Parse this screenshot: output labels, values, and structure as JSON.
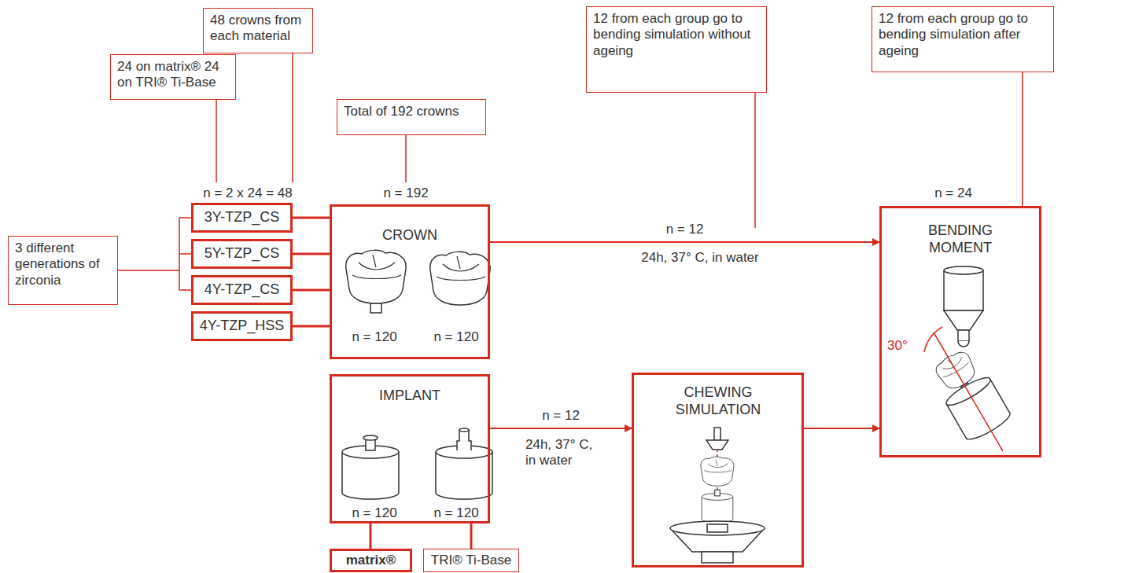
{
  "diagram": {
    "nodes": [
      {
        "text": [
          "48 crowns from each material"
        ]
      },
      {
        "text": [
          "24 on matrix® 24 on TRI® Ti-Base"
        ]
      },
      {
        "text": [
          "Total of 192 crowns"
        ]
      },
      {
        "text": [
          "12 from each group go to bending simulation without ageing"
        ]
      },
      {
        "text": [
          "12 from each group go to bending simulation after ageing"
        ]
      },
      {
        "text": [
          "3 different generations of zirconia"
        ]
      },
      {
        "text": [
          "3Y-TZP_CS"
        ]
      },
      {
        "text": [
          "5Y-TZP_CS"
        ]
      },
      {
        "text": [
          "4Y-TZP_CS"
        ]
      },
      {
        "text": [
          "4Y-TZP_HSS"
        ]
      },
      {
        "text": [
          "CROWN",
          "n = 120",
          "n = 120"
        ]
      },
      {
        "text": [
          "IMPLANT",
          "n = 120",
          "n = 120"
        ]
      },
      {
        "text": [
          "matrix®"
        ]
      },
      {
        "text": [
          "TRI® Ti-Base"
        ]
      },
      {
        "text": [
          "CHEWING SIMULATION"
        ]
      },
      {
        "text": [
          "BENDING MOMENT",
          "30°"
        ]
      }
    ],
    "edges": [
      {
        "from": 6,
        "to": 10,
        "arrow": "none"
      },
      {
        "from": 7,
        "to": 10,
        "arrow": "none"
      },
      {
        "from": 8,
        "to": 10,
        "arrow": "none"
      },
      {
        "from": 9,
        "to": 10,
        "arrow": "none"
      },
      {
        "from": 10,
        "to": 15,
        "arrow": "to",
        "label": "n = 12"
      },
      {
        "from": 11,
        "to": 14,
        "arrow": "to",
        "label": "n = 12"
      },
      {
        "from": 14,
        "to": 15,
        "arrow": "to"
      },
      {
        "from": 11,
        "to": 12,
        "arrow": "none"
      },
      {
        "from": 11,
        "to": 13,
        "arrow": "none"
      }
    ],
    "labels": [
      "n = 2 x 24 = 48",
      "n = 192",
      "n = 24",
      "24h, 37° C, in water",
      "24h, 37° C, in water"
    ]
  }
}
